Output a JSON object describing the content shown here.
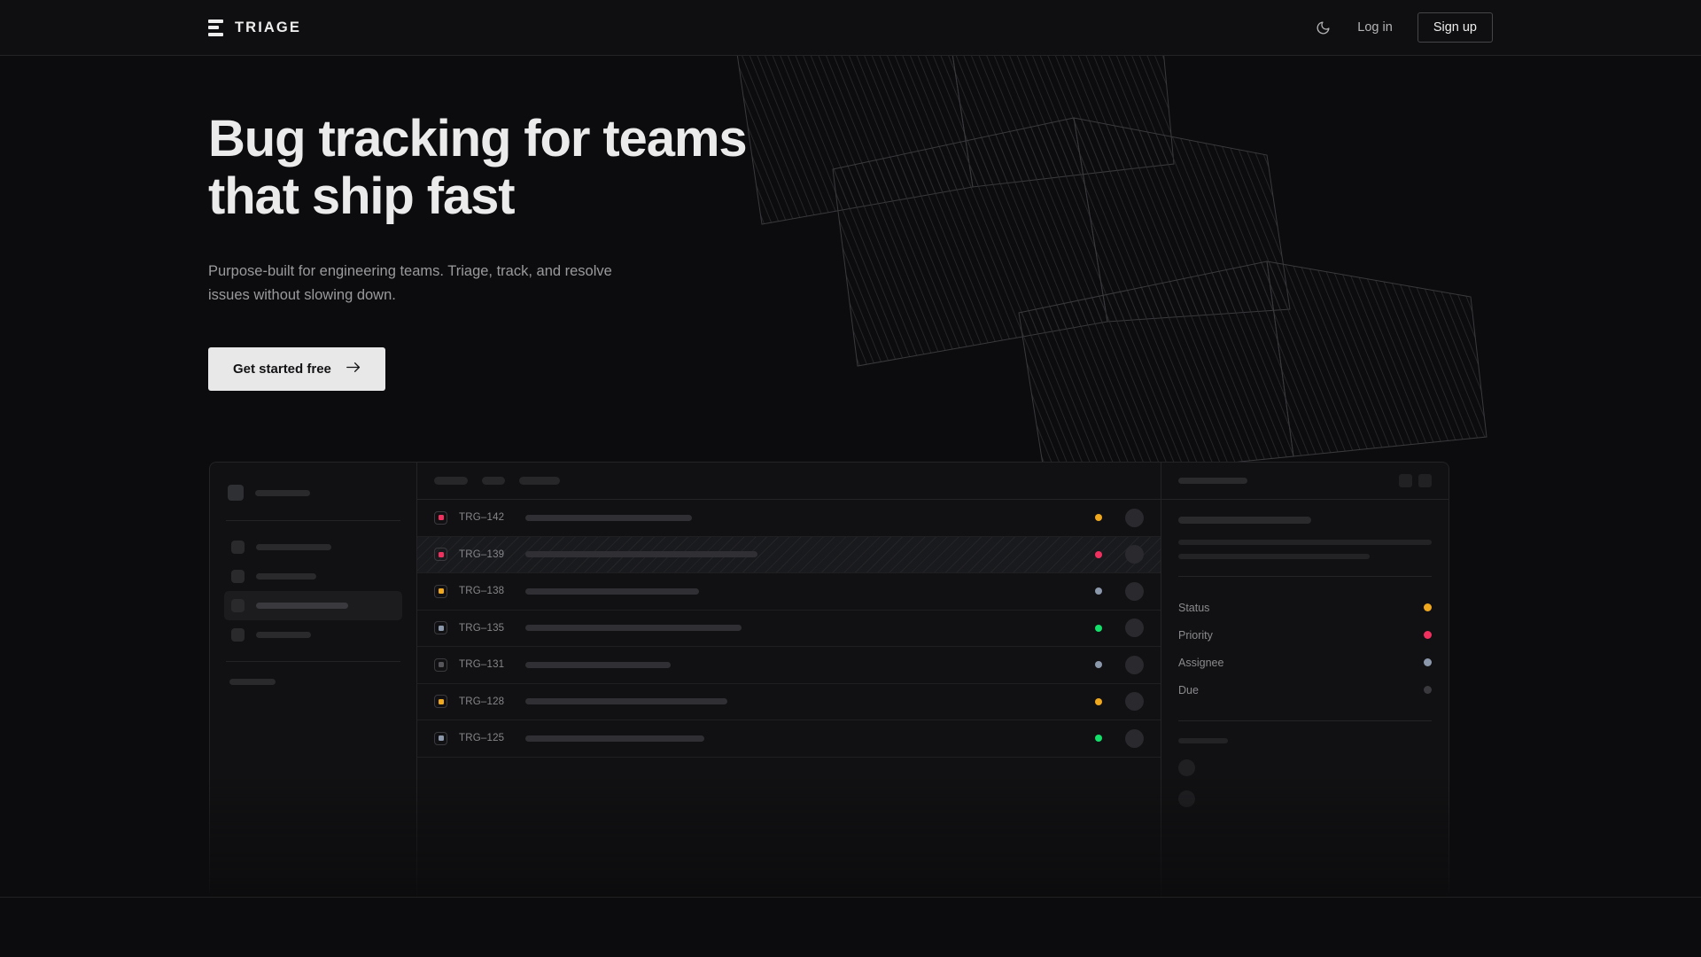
{
  "header": {
    "brand_name": "TRIAGE",
    "brand_icon": "stacked-bars-logo-icon",
    "theme_toggle_icon": "moon-icon",
    "login_label": "Log in",
    "signup_label": "Sign up"
  },
  "hero": {
    "heading_line1": "Bug tracking for teams",
    "heading_line2": "that ship fast",
    "subtext": "Purpose-built for engineering teams. Triage, track, and resolve issues without slowing down.",
    "cta_label": "Get started free",
    "cta_icon": "arrow-right-icon"
  },
  "colors": {
    "page_bg": "#0c0c0e",
    "header_bg": "#0f0f11",
    "border": "#242427",
    "text_primary": "#ebebeb",
    "text_muted": "#9a9a9d",
    "cta_bg": "#e8e8e8",
    "status_orange": "#f0a81e",
    "status_pink": "#f0315f",
    "status_slate": "#8b97ab",
    "status_green": "#12e06a",
    "status_idle": "#3a3a3e"
  },
  "mockup": {
    "sidebar": {
      "workspace_widths": [
        62
      ],
      "nav_items": [
        {
          "width": 85,
          "active": false
        },
        {
          "width": 68,
          "active": false
        },
        {
          "width": 104,
          "active": true
        },
        {
          "width": 62,
          "active": false
        }
      ],
      "section_label_width": 52,
      "sub_dots": 3
    },
    "toolbar": {
      "pill_widths": [
        38,
        26,
        46
      ]
    },
    "issues": [
      {
        "id": "TRG–142",
        "priority_color": "#f0315f",
        "title_width": 188,
        "status_color": "#f0a81e",
        "selected": false
      },
      {
        "id": "TRG–139",
        "priority_color": "#f0315f",
        "title_width": 262,
        "status_color": "#f0315f",
        "selected": true
      },
      {
        "id": "TRG–138",
        "priority_color": "#f0a81e",
        "title_width": 196,
        "status_color": "#8b97ab",
        "selected": false
      },
      {
        "id": "TRG–135",
        "priority_color": "#8b97ab",
        "title_width": 244,
        "status_color": "#12e06a",
        "selected": false
      },
      {
        "id": "TRG–131",
        "priority_color": "#55555a",
        "title_width": 164,
        "status_color": "#8b97ab",
        "selected": false
      },
      {
        "id": "TRG–128",
        "priority_color": "#f0a81e",
        "title_width": 228,
        "status_color": "#f0a81e",
        "selected": false
      },
      {
        "id": "TRG–125",
        "priority_color": "#8b97ab",
        "title_width": 202,
        "status_color": "#12e06a",
        "selected": false
      }
    ],
    "detail": {
      "header_pill_width": 78,
      "action_buttons": 2,
      "title_width": 150,
      "body_line_widths": [
        286,
        216
      ],
      "meta": [
        {
          "label": "Status",
          "color": "#f0a81e"
        },
        {
          "label": "Priority",
          "color": "#f0315f"
        },
        {
          "label": "Assignee",
          "color": "#8b97ab"
        },
        {
          "label": "Due",
          "color": "#3a3a3e"
        }
      ],
      "activity_label_width": 56,
      "activity_avatars": 2
    }
  }
}
